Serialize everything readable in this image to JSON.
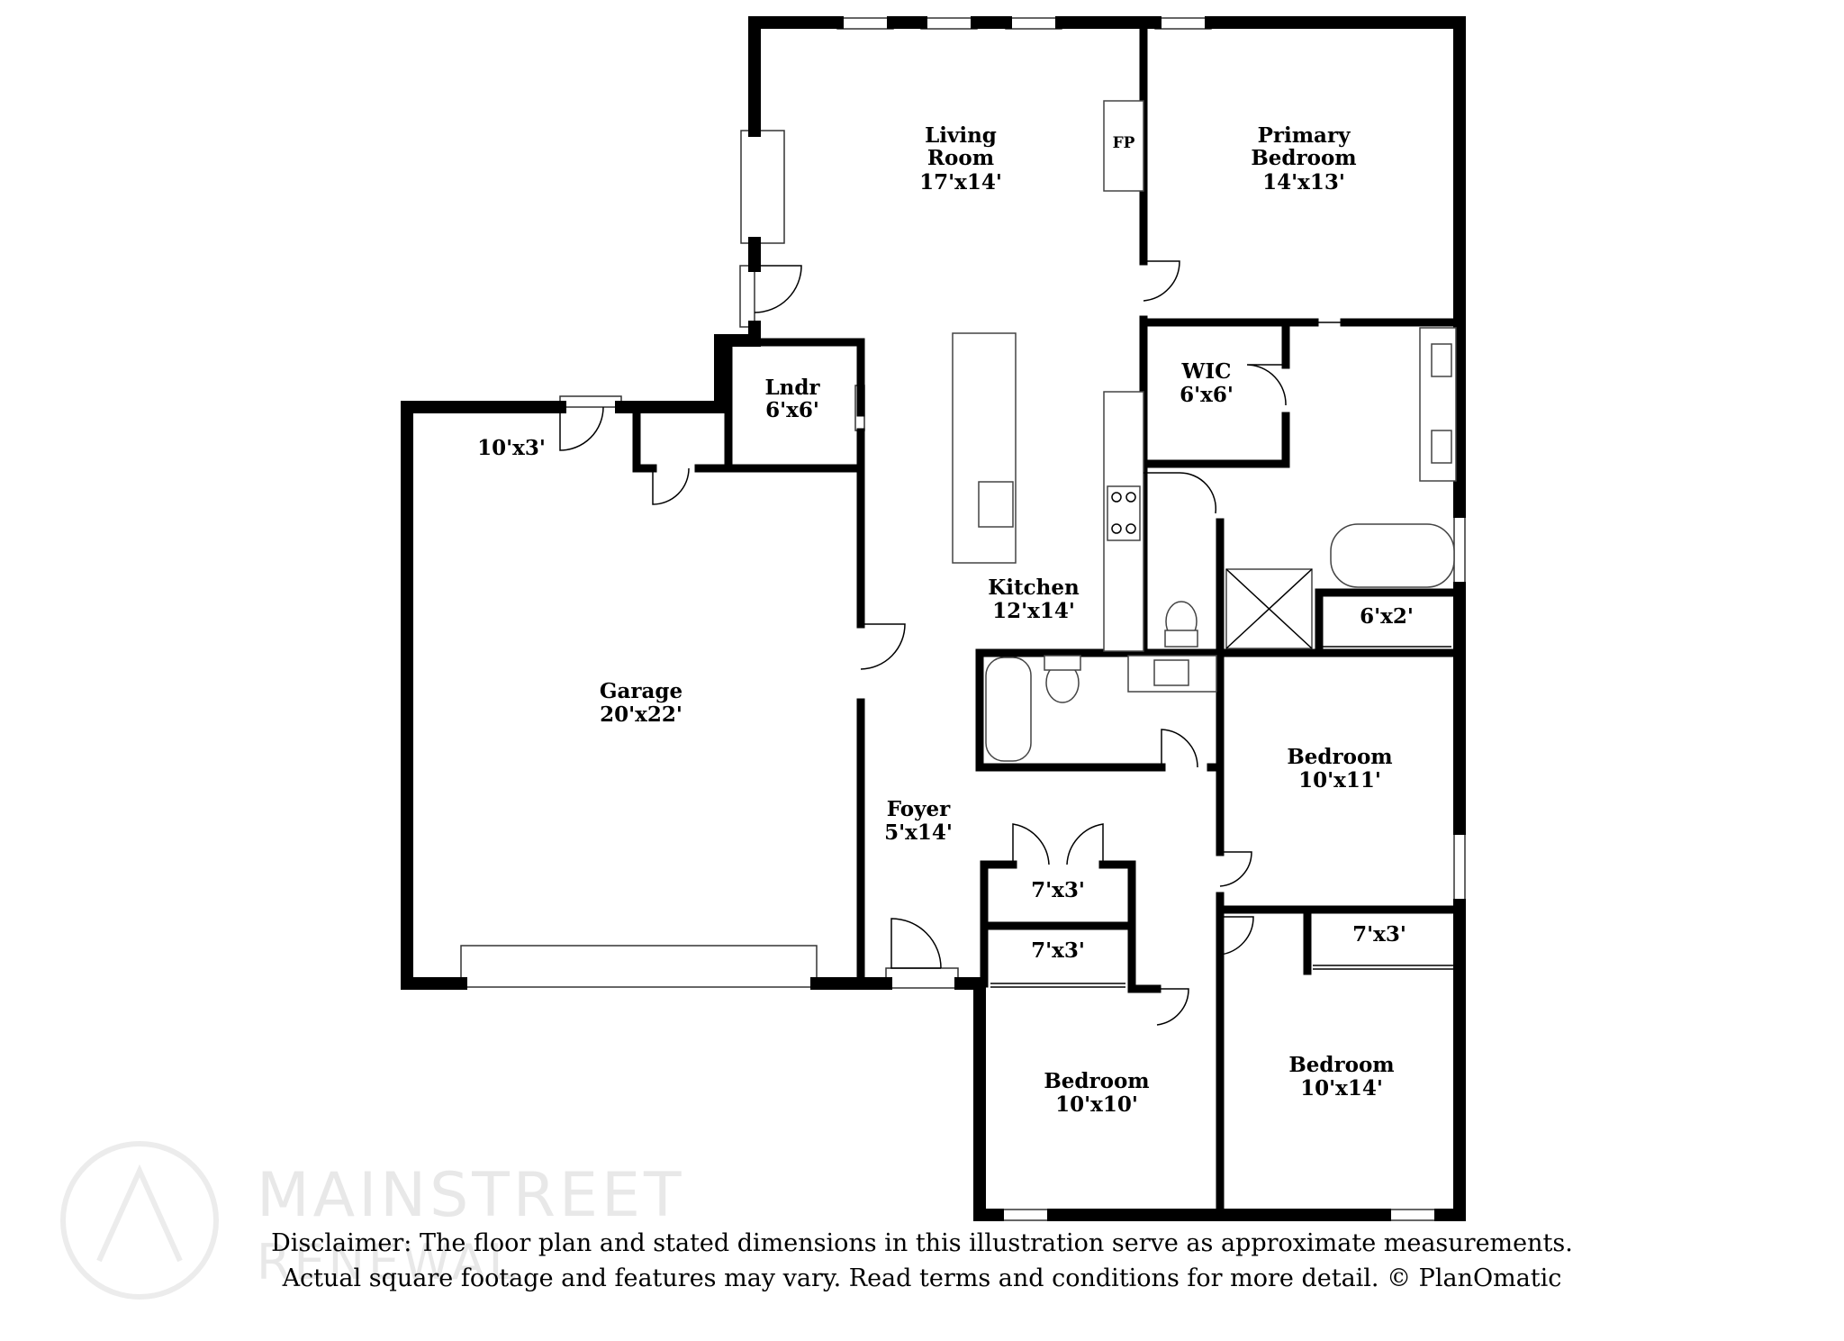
{
  "rooms": {
    "living": {
      "name_1": "Living",
      "name_2": "Room",
      "dims": "17'x14'"
    },
    "fireplace": "FP",
    "primary": {
      "name_1": "Primary",
      "name_2": "Bedroom",
      "dims": "14'x13'"
    },
    "laundry": {
      "name": "Lndr",
      "dims": "6'x6'"
    },
    "wic": {
      "name": "WIC",
      "dims": "6'x6'"
    },
    "storage": "10'x3'",
    "kitchen": {
      "name": "Kitchen",
      "dims": "12'x14'"
    },
    "linen": "6'x2'",
    "garage": {
      "name": "Garage",
      "dims": "20'x22'"
    },
    "bedroom_right": {
      "name": "Bedroom",
      "dims": "10'x11'"
    },
    "foyer": {
      "name": "Foyer",
      "dims": "5'x14'"
    },
    "closet_hall_1": "7'x3'",
    "closet_hall_2": "7'x3'",
    "closet_bed3": "7'x3'",
    "bedroom_front_left": {
      "name": "Bedroom",
      "dims": "10'x10'"
    },
    "bedroom_front_right": {
      "name": "Bedroom",
      "dims": "10'x14'"
    }
  },
  "watermark": {
    "line1": "MAINSTREET",
    "line2": "RENEWAL"
  },
  "disclaimer": {
    "line1": "Disclaimer: The floor plan and stated dimensions in this illustration serve as approximate measurements.",
    "line2": "Actual square footage and features may vary. Read terms and conditions for more detail. © PlanOmatic"
  }
}
